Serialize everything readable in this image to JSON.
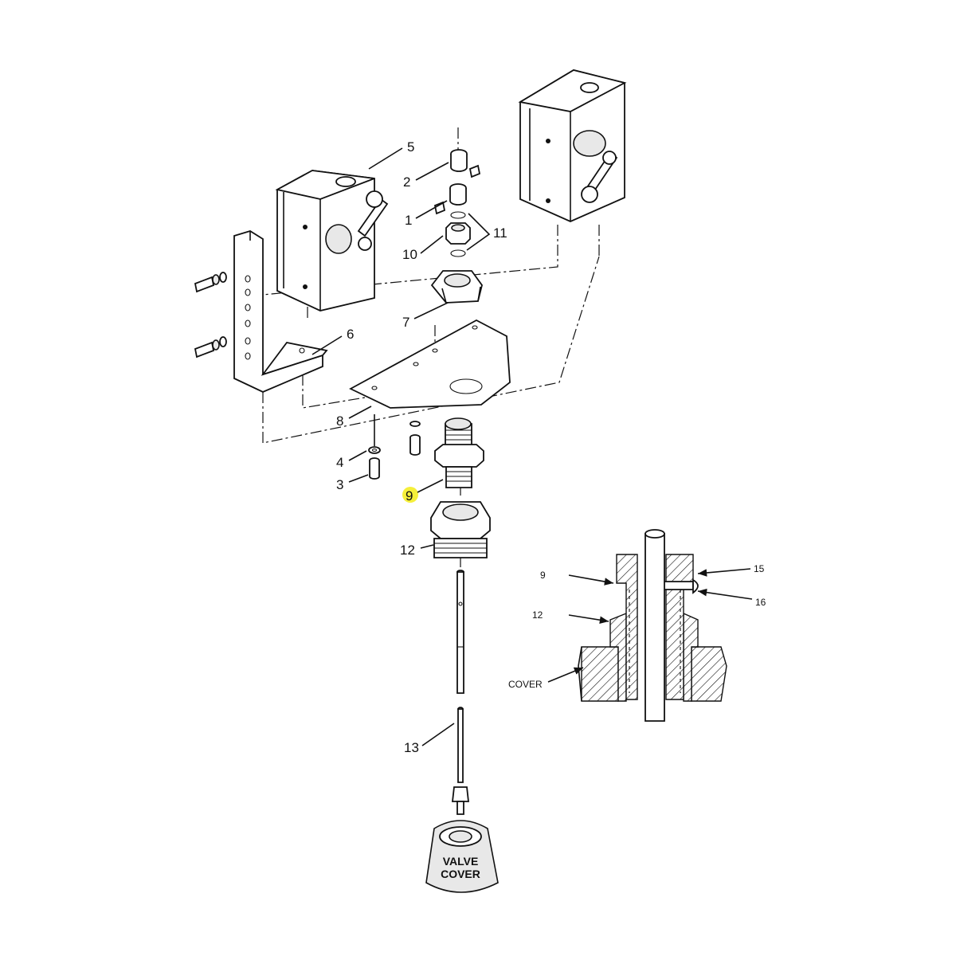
{
  "callouts": {
    "c1": "1",
    "c2": "2",
    "c3": "3",
    "c4": "4",
    "c5": "5",
    "c6": "6",
    "c7": "7",
    "c8": "8",
    "c9": "9",
    "c10": "10",
    "c11": "11",
    "c12": "12",
    "c13": "13"
  },
  "highlight": {
    "callout": "9",
    "color": "#f5ef3a"
  },
  "valve_cover": {
    "line1": "VALVE",
    "line2": "COVER"
  },
  "section_view": {
    "c9": "9",
    "c12": "12",
    "c15": "15",
    "c16": "16",
    "cover": "COVER"
  }
}
